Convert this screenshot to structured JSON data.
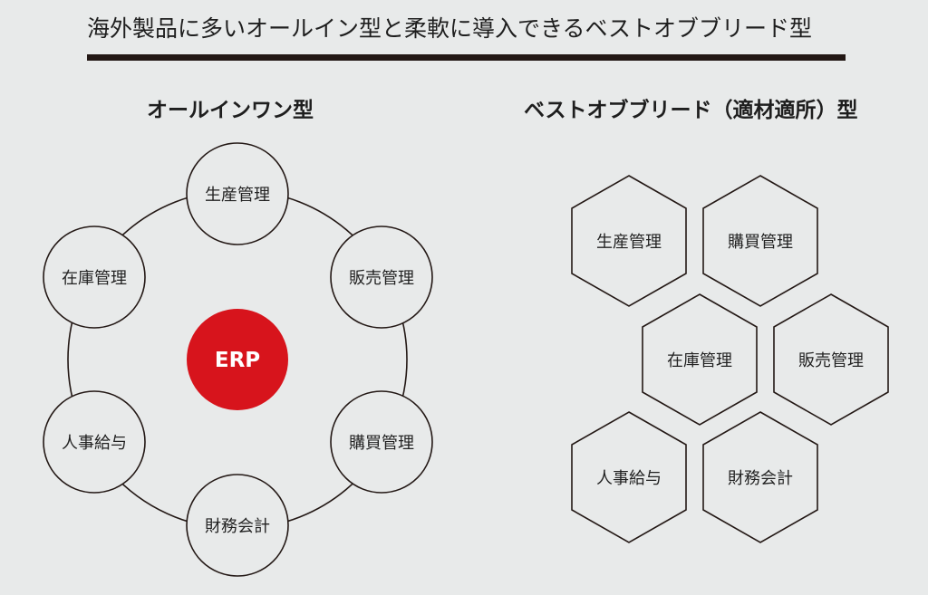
{
  "title": "海外製品に多いオールイン型と柔軟に導入できるベストオブブリード型",
  "all_in_one": {
    "heading": "オールインワン型",
    "center_label": "ERP",
    "modules": [
      "生産管理",
      "販売管理",
      "購買管理",
      "財務会計",
      "人事給与",
      "在庫管理"
    ]
  },
  "best_of_breed": {
    "heading": "ベストオブブリード（適材適所）型",
    "modules": [
      "生産管理",
      "購買管理",
      "在庫管理",
      "販売管理",
      "人事給与",
      "財務会計"
    ]
  },
  "colors": {
    "accent": "#d7141c",
    "background": "#e8eaea",
    "rule": "#231815",
    "stroke": "#231815"
  }
}
